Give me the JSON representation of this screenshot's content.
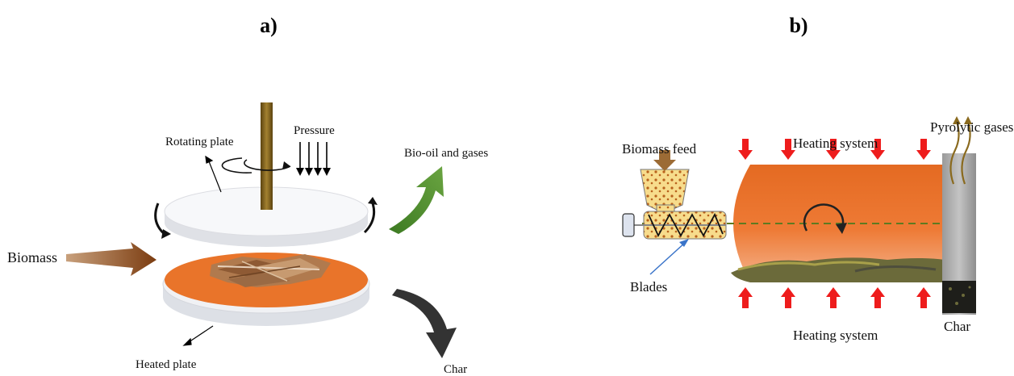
{
  "panel_a": {
    "label": "a)",
    "texts": {
      "rotating_plate": "Rotating plate",
      "pressure": "Pressure",
      "bio_oil": "Bio-oil and gases",
      "biomass": "Biomass",
      "heated_plate": "Heated plate",
      "char": "Char"
    }
  },
  "panel_b": {
    "label": "b)",
    "texts": {
      "biomass_feed": "Biomass feed",
      "heating_top": "Heating system",
      "pyrolytic_gases": "Pyrolytic gases",
      "blades": "Blades",
      "heating_bottom": "Heating system",
      "char": "Char"
    }
  },
  "colors": {
    "biomass_arrow": "#8a4a1c",
    "bio_oil_arrow": "#4a8a2c",
    "char_arrow": "#333333",
    "plate_orange": "#e9742a",
    "kiln_orange": "#e8742e",
    "heat_arrow": "#ee1c1c",
    "shaft": "#8b6a1f"
  }
}
